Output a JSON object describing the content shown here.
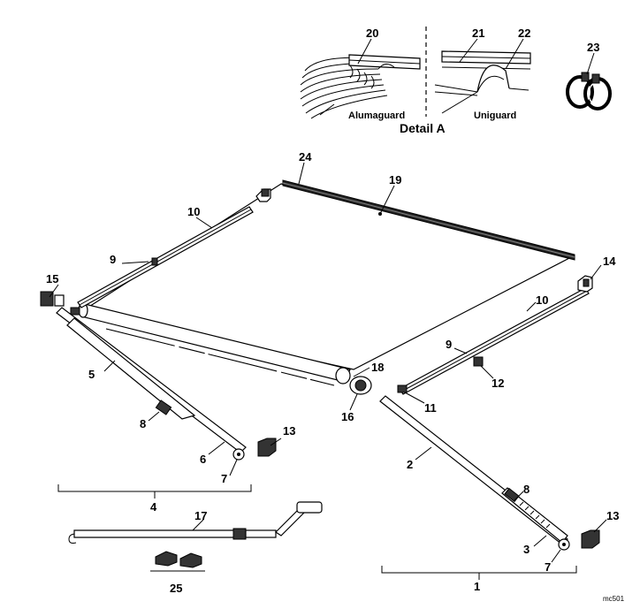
{
  "detail": {
    "title": "Detail A",
    "alumaguard": "Alumaguard",
    "uniguard": "Uniguard"
  },
  "figure_code": "mc501",
  "callouts": {
    "c1": "1",
    "c2": "2",
    "c3": "3",
    "c4": "4",
    "c5": "5",
    "c6": "6",
    "c7a": "7",
    "c7b": "7",
    "c8a": "8",
    "c8b": "8",
    "c9a": "9",
    "c9b": "9",
    "c10a": "10",
    "c10b": "10",
    "c11": "11",
    "c12": "12",
    "c13a": "13",
    "c13b": "13",
    "c14": "14",
    "c15": "15",
    "c16": "16",
    "c17": "17",
    "c18": "18",
    "c19": "19",
    "c20": "20",
    "c21": "21",
    "c22": "22",
    "c23": "23",
    "c24": "24",
    "c25": "25"
  }
}
